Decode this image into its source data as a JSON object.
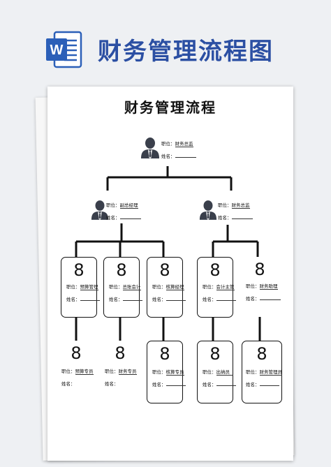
{
  "header": {
    "app_icon": "word-icon",
    "app_icon_letter": "W",
    "title": "财务管理流程图"
  },
  "document": {
    "title": "财务管理流程",
    "field_position_label": "职位：",
    "field_name_label": "姓名：",
    "placeholder_digit": "8",
    "top": {
      "position": "财务总监"
    },
    "left_manager": {
      "position": "副总经理"
    },
    "right_manager": {
      "position": "财务总监"
    },
    "row1": [
      {
        "position": "预算管理"
      },
      {
        "position": "总账会计"
      },
      {
        "position": "核算经理"
      },
      {
        "position": "会计主管"
      },
      {
        "position": "财务助理"
      }
    ],
    "row2": [
      {
        "position": "预算专员"
      },
      {
        "position": "财务专员"
      },
      {
        "position": "核算专员"
      },
      {
        "position": "出纳员"
      },
      {
        "position": "财务管理员"
      }
    ]
  }
}
